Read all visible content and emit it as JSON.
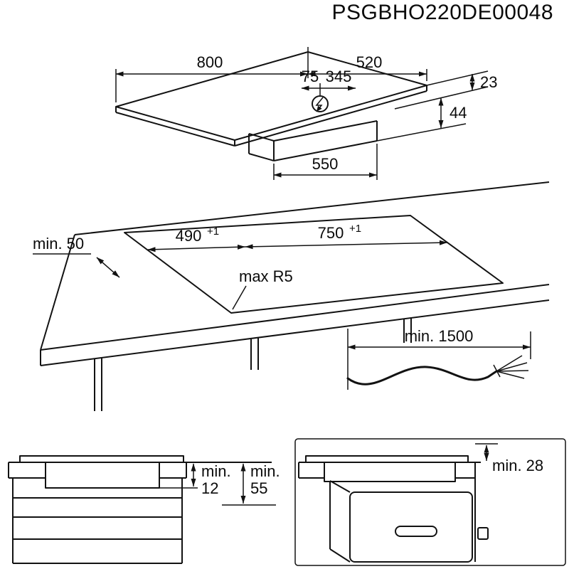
{
  "title": "PSGBHO220DE00048",
  "colors": {
    "line": "#121212",
    "background": "#ffffff"
  },
  "hob": {
    "width": "800",
    "depth": "520",
    "connection_offset_a": "75",
    "connection_offset_b": "345",
    "height_above_worktop": "23",
    "height_below_worktop": "44",
    "casing_width": "550",
    "power_symbol": "lightning-in-circle-icon"
  },
  "cutout": {
    "side_clearance": "min. 50",
    "depth": "490",
    "depth_tolerance": "+1",
    "width": "750",
    "width_tolerance": "+1",
    "corner_radius": "max R5"
  },
  "cable": {
    "length": "min. 1500"
  },
  "clearance_below_hob": {
    "prefix": "min.",
    "value": "12"
  },
  "clearance_to_shelf": {
    "prefix": "min.",
    "value": "55"
  },
  "clearance_to_oven": {
    "label": "min. 28"
  }
}
